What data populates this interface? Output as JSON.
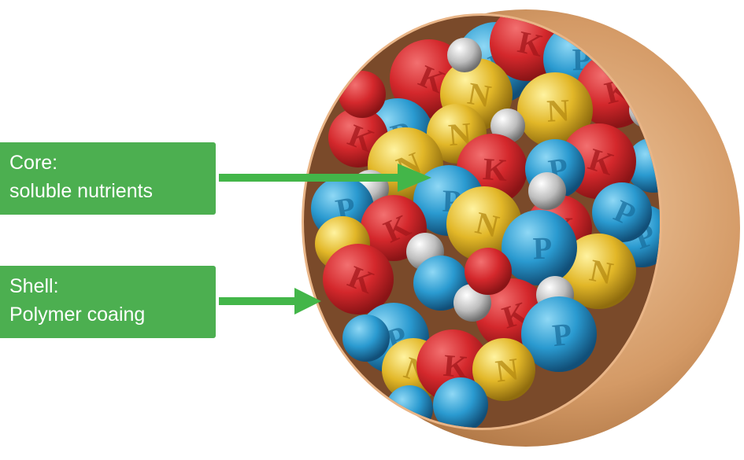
{
  "labels": {
    "core": {
      "title": "Core:",
      "subtitle": "soluble nutrients"
    },
    "shell": {
      "title": "Shell:",
      "subtitle": "Polymer coaing"
    }
  },
  "colors": {
    "label_bg": "#4caf50",
    "arrow": "#43b649",
    "shell": "#d49a66",
    "nutrient_K": "#d4282c",
    "nutrient_N": "#e2b728",
    "nutrient_P": "#2a9ad0",
    "filler": "#c9c9c9"
  },
  "nutrient_letters": {
    "red": "K",
    "yellow": "N",
    "blue": "P"
  }
}
